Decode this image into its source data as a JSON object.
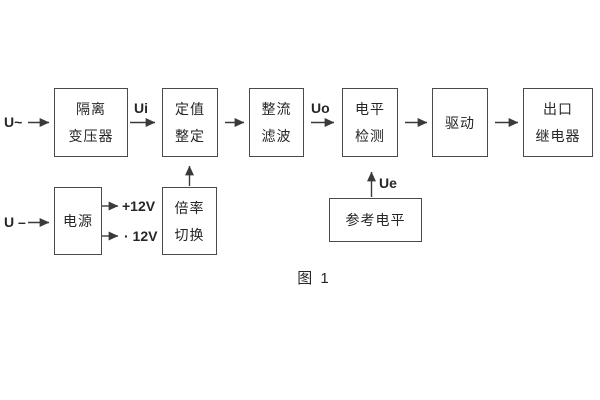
{
  "figure": {
    "caption": "图 1",
    "colors": {
      "background": "#ffffff",
      "line": "#3a3a3a",
      "box_border": "#4a4a4a",
      "text": "#262626"
    },
    "inputs": {
      "ac": "U~",
      "dc": "U –"
    },
    "signals": {
      "ui": "Ui",
      "uo": "Uo",
      "ue": "Ue"
    },
    "rails": {
      "positive": "+12V",
      "negative": "· 12V"
    },
    "blocks": {
      "isolation": {
        "line1": "隔离",
        "line2": "变压器"
      },
      "setpoint": {
        "line1": "定值",
        "line2": "整定"
      },
      "rectifier": {
        "line1": "整流",
        "line2": "滤波"
      },
      "level": {
        "line1": "电平",
        "line2": "检测"
      },
      "drive": {
        "label": "驱动"
      },
      "relay": {
        "line1": "出口",
        "line2": "继电器"
      },
      "power": {
        "label": "电源"
      },
      "multiplier": {
        "line1": "倍率",
        "line2": "切换"
      },
      "reference": {
        "label": "参考电平"
      }
    }
  }
}
